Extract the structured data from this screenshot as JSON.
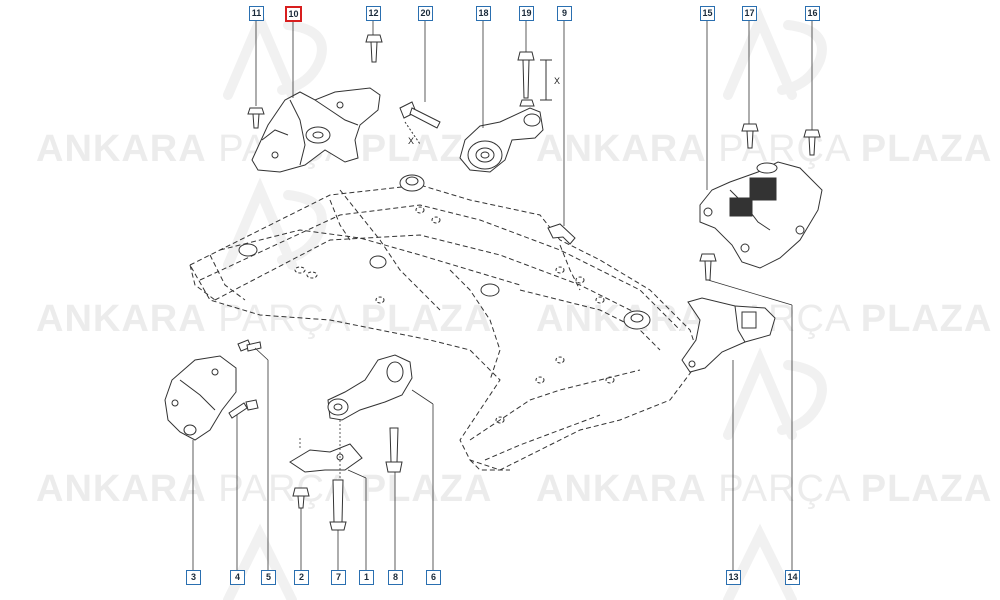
{
  "watermark": {
    "brand": "ANKARA",
    "mid": "PARÇA",
    "end": "PLAZA"
  },
  "dimension_label": "X",
  "colors": {
    "callout_border": "#2a6fb0",
    "highlight": "#d81e1e",
    "line": "#333333",
    "watermark": "#ececec"
  },
  "callouts": [
    {
      "id": "11",
      "label": "11",
      "highlight": false
    },
    {
      "id": "10",
      "label": "10",
      "highlight": true
    },
    {
      "id": "12",
      "label": "12",
      "highlight": false
    },
    {
      "id": "20",
      "label": "20",
      "highlight": false
    },
    {
      "id": "18",
      "label": "18",
      "highlight": false
    },
    {
      "id": "19",
      "label": "19",
      "highlight": false
    },
    {
      "id": "9",
      "label": "9",
      "highlight": false
    },
    {
      "id": "15",
      "label": "15",
      "highlight": false
    },
    {
      "id": "17",
      "label": "17",
      "highlight": false
    },
    {
      "id": "16",
      "label": "16",
      "highlight": false
    },
    {
      "id": "3",
      "label": "3",
      "highlight": false
    },
    {
      "id": "4",
      "label": "4",
      "highlight": false
    },
    {
      "id": "5",
      "label": "5",
      "highlight": false
    },
    {
      "id": "2",
      "label": "2",
      "highlight": false
    },
    {
      "id": "7",
      "label": "7",
      "highlight": false
    },
    {
      "id": "1",
      "label": "1",
      "highlight": false
    },
    {
      "id": "8",
      "label": "8",
      "highlight": false
    },
    {
      "id": "6",
      "label": "6",
      "highlight": false
    },
    {
      "id": "13",
      "label": "13",
      "highlight": false
    },
    {
      "id": "14",
      "label": "14",
      "highlight": false
    }
  ]
}
